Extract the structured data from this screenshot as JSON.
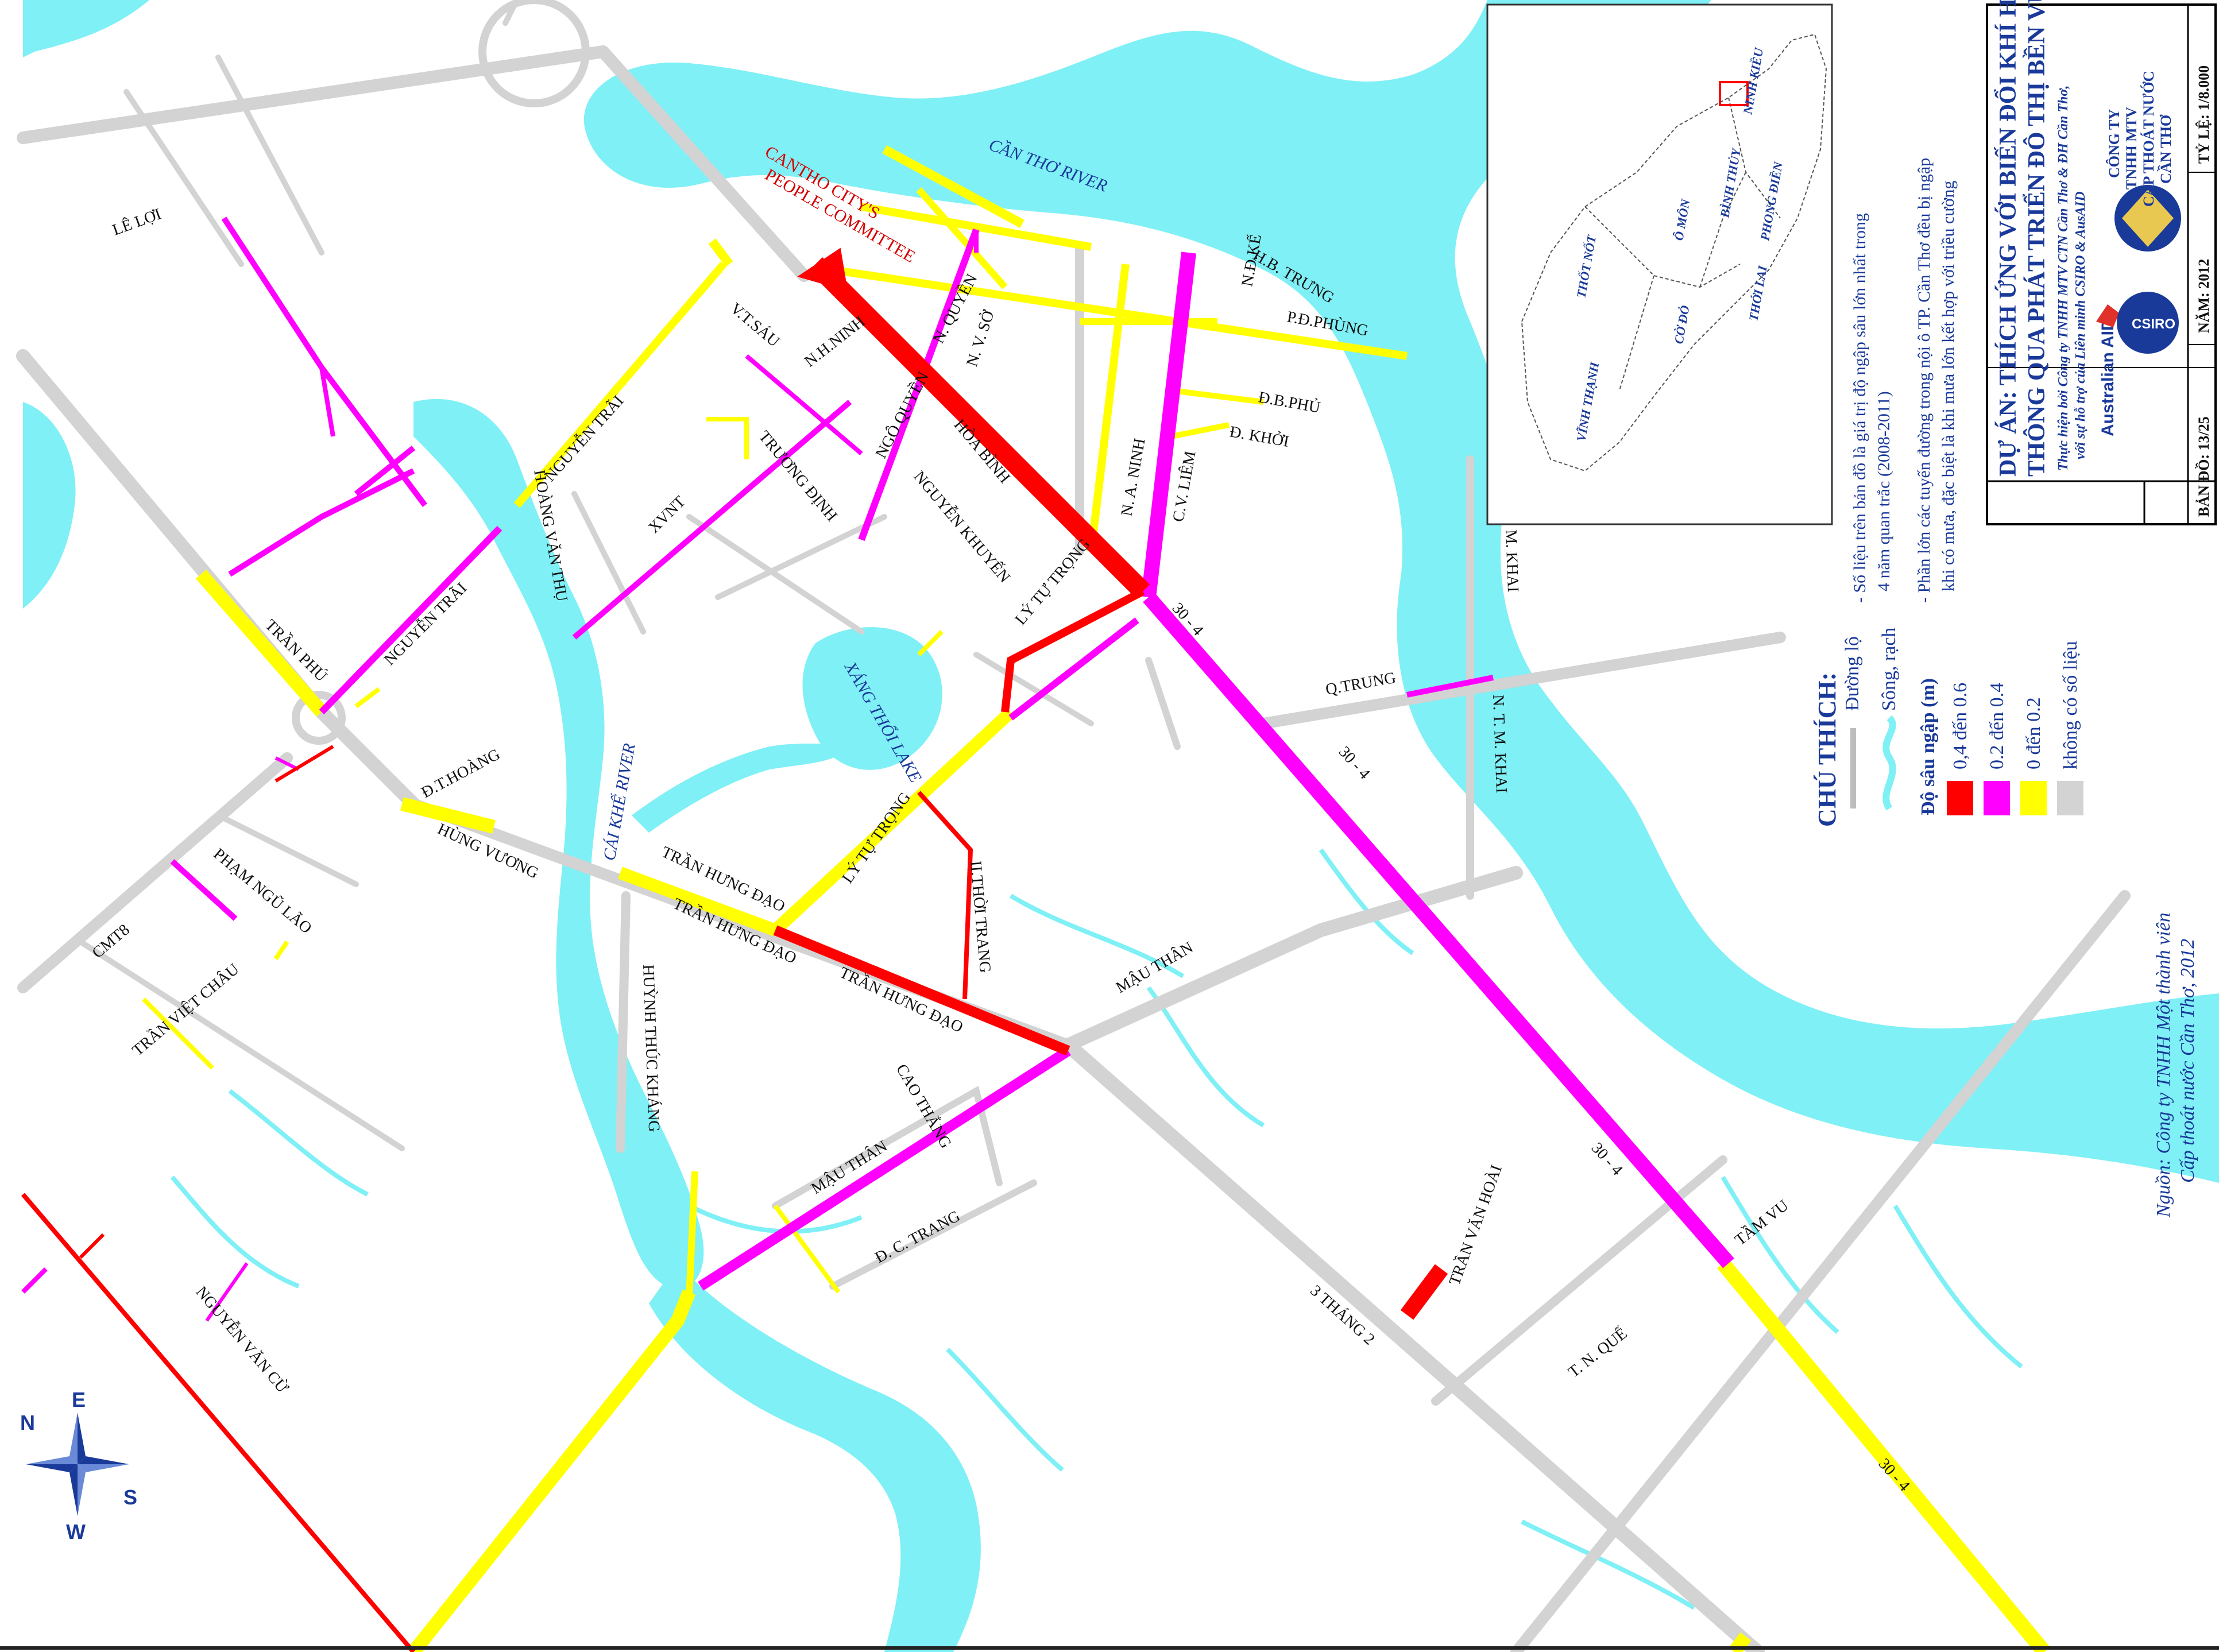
{
  "title": {
    "line1": "DỰ ÁN: THÍCH ỨNG VỚI BIẾN ĐỔI KHÍ HẬU",
    "line2": "THÔNG QUA PHÁT TRIỂN ĐÔ THỊ BỀN VỮNG",
    "executed_by": "Thực hiện bởi Công ty TNHH MTV CTN Cần Thơ & ĐH Cần Thơ,",
    "supported_by": "với sự hỗ trợ của Liên minh CSIRO & AusAID",
    "company": [
      "CÔNG TY",
      "TNHH MTV",
      "CẤP THOÁT NƯỚC",
      "CẦN THƠ"
    ],
    "logos": [
      "Australian AID",
      "CSIRO"
    ],
    "map_no": "BẢN ĐỒ: 13/25",
    "year": "NĂM: 2012",
    "scale": "TỶ LỆ: 1/8.000"
  },
  "notes": [
    "- Số liệu trên bản đồ là giá trị độ ngập sâu lớn nhất trong",
    "4 năm quan trắc (2008-2011)",
    "- Phần lớn các tuyến đường trong nội ô TP. Cần Thơ đều bị ngập",
    "khi có mưa, đặc biệt là khi mưa lớn kết hợp với triều cường"
  ],
  "legend": {
    "heading": "CHÚ THÍCH:",
    "road": "Đường lộ",
    "river": "Sông, rạch",
    "depth_heading": "Độ sâu ngập (m)",
    "classes": [
      {
        "label": "0,4 đến 0.6",
        "color": "#ff0000"
      },
      {
        "label": "0.2 đến 0.4",
        "color": "#ff00ff"
      },
      {
        "label": "0   đến 0.2",
        "color": "#ffff00"
      },
      {
        "label": "không có số liệu",
        "color": "#d3d3d3"
      }
    ]
  },
  "source": [
    "Nguồn: Công ty TNHH Một thành viên",
    "Cấp thoát nước Cần Thơ, 2012"
  ],
  "compass": {
    "n": "N",
    "e": "E",
    "s": "S",
    "w": "W"
  },
  "inset_districts": [
    "THỐT NỐT",
    "VĨNH THẠNH",
    "CỜ ĐỎ",
    "Ô MÔN",
    "BÌNH THỦY",
    "NINH KIỀU",
    "PHONG ĐIỀN",
    "THỚI LAI"
  ],
  "colors": {
    "water": "#7ff0f5",
    "road": "#d3d3d3",
    "red": "#ff0000",
    "magenta": "#ff00ff",
    "yellow": "#ffff00",
    "text_blue": "#1a3a9a"
  },
  "water_labels": {
    "cantho_river": "CẦN THƠ RIVER",
    "caikhe_river": "CÁI KHẾ RIVER",
    "xang_thoi_lake": "XÁNG THỔI LAKE"
  },
  "committee": [
    "CANTHO CITY'S",
    "PEOPLE COMMITTEE"
  ],
  "streets": {
    "le_loi": "LÊ LỢI",
    "nguyen_trai_1": "NGUYỄN TRÃI",
    "nguyen_trai_2": "NGUYỄN TRÃI",
    "tran_phu": "TRẦN PHÚ",
    "d_t_hoang": "Đ.T.HOÀNG",
    "hung_vuong": "HÙNG VƯƠNG",
    "hoang_van_thu": "HOÀNG VĂN THỤ",
    "xvnt": "XVNT",
    "truong_dinh": "TRƯƠNG ĐỊNH",
    "ngo_quyen": "NGÔ QUYỀN",
    "n_h_ninh": "N.H.NINH",
    "v_t_sau": "V.T.SÁU",
    "n_quyen": "N. QUYỀN",
    "n_v_so": "N. V. SỞ",
    "hoa_binh": "HÒA BÌNH",
    "nguyen_khuyen": "NGUYỄN KHUYẾN",
    "n_a_ninh": "N. A. NINH",
    "c_v_liem": "C.V. LIÊM",
    "d_khoi": "Đ. KHỞI",
    "d_b_phu": "Đ.B.PHỦ",
    "n_d_ke": "N.Đ.KẾ",
    "p_d_phung": "P.Đ.PHÙNG",
    "h_b_trung": "H.B. TRƯNG",
    "ly_tu_trong_1": "LÝ TỰ TRỌNG",
    "ly_tu_trong_2": "LÝ TỰ TRỌNG",
    "tran_hung_dao_1": "TRẦN HƯNG ĐẠO",
    "tran_hung_dao_2": "TRẦN HƯNG ĐẠO",
    "tran_hung_dao_3": "TRẦN HƯNG ĐẠO",
    "tt_hoi_trang": "II.THỜI TRANG",
    "mau_than_1": "MẬU THÂN",
    "mau_than_2": "MẬU THÂN",
    "huynh_thuc_khang": "HUỲNH THÚC KHÁNG",
    "cao_thang": "CAO THẮNG",
    "d_c_trang": "Đ. C. TRANG",
    "q_trung": "Q.TRUNG",
    "n_t_m_khai_1": "N. T. M. KHAI",
    "n_t_m_khai_2": "N. T. M. KHAI",
    "r30_4_1": "30 - 4",
    "r30_4_2": "30 - 4",
    "r30_4_3": "30 - 4",
    "r30_4_4": "30 - 4",
    "tran_van_hoai": "TRẦN VĂN HOÀI",
    "ba_thang_hai": "3 THÁNG 2",
    "t_n_que": "T. N. QUẾ",
    "tam_vu": "TẦM VU",
    "cmt8": "CMT8",
    "pham_ngu_lao": "PHẠM NGŨ LÃO",
    "tran_viet_chau": "TRẦN VIỆT CHÂU",
    "nguyen_van_cu": "NGUYỄN VĂN CỪ"
  }
}
